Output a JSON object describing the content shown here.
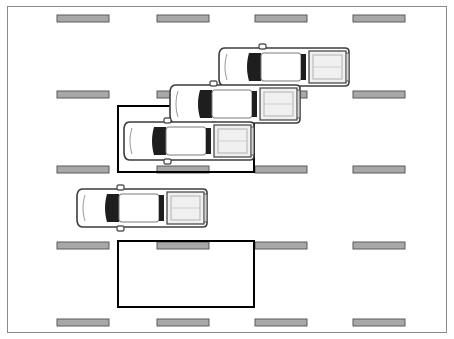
{
  "diagram": {
    "type": "parking-maneuver-illustration",
    "colors": {
      "background": "#ffffff",
      "frame": "#8a8a8a",
      "lane_marker_fill": "#a8a8a8",
      "lane_marker_stroke": "#5a5a5a",
      "parking_space_outline": "#000000",
      "vehicle_body": "#ffffff",
      "vehicle_outline": "#3c3c3c",
      "vehicle_glass": "#1e1e1e",
      "vehicle_bed": "#f0f0f0"
    },
    "lane_marker_rows": 5,
    "lane_marker_columns": 4,
    "parking_spaces": [
      {
        "id": "upper-space",
        "state": "occupied"
      },
      {
        "id": "lower-space",
        "state": "empty"
      }
    ],
    "vehicles": [
      {
        "id": "truck-1",
        "type": "pickup-truck",
        "facing": "left",
        "position": "back-right"
      },
      {
        "id": "truck-2",
        "type": "pickup-truck",
        "facing": "left",
        "position": "middle"
      },
      {
        "id": "truck-3",
        "type": "pickup-truck",
        "facing": "left",
        "position": "in-space"
      },
      {
        "id": "truck-4",
        "type": "pickup-truck",
        "facing": "left",
        "position": "lower-left"
      }
    ]
  }
}
